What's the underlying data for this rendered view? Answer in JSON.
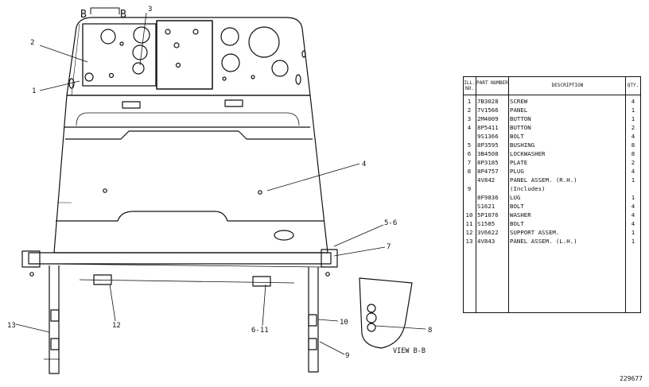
{
  "section_label": {
    "left": "B",
    "right": "B"
  },
  "callouts": {
    "c1": "1",
    "c2": "2",
    "c3": "3",
    "c4": "4",
    "c5_6": "5-6",
    "c7": "7",
    "c8": "8",
    "c9": "9",
    "c10": "10",
    "c6_11": "6-11",
    "c12": "12",
    "c13": "13"
  },
  "view_label": "VIEW B-B",
  "table": {
    "headers": {
      "no": "ILL. NO.",
      "part": "PART NUMBER",
      "desc": "DESCRIPTION",
      "qty": "QTY."
    },
    "rows": [
      {
        "no": "1",
        "part": "7B3028",
        "desc": "SCREW",
        "qty": "4"
      },
      {
        "no": "2",
        "part": "7V1566",
        "desc": "PANEL",
        "qty": "1"
      },
      {
        "no": "3",
        "part": "2M4009",
        "desc": "BUTTON",
        "qty": "1"
      },
      {
        "no": "4",
        "part": "8P5411",
        "desc": "BUTTON",
        "qty": "2"
      },
      {
        "no": "",
        "part": "9S1366",
        "desc": "BOLT",
        "qty": "4"
      },
      {
        "no": "5",
        "part": "8P3595",
        "desc": "BUSHING",
        "qty": "8"
      },
      {
        "no": "6",
        "part": "3B4508",
        "desc": "LOCKWASHER",
        "qty": "8"
      },
      {
        "no": "7",
        "part": "8P3185",
        "desc": "PLATE",
        "qty": "2"
      },
      {
        "no": "8",
        "part": "8P4757",
        "desc": "PLUG",
        "qty": "4"
      },
      {
        "no": "",
        "part": "4V842",
        "desc": "PANEL ASSEM. (R.H.)",
        "qty": "1"
      },
      {
        "no": "9",
        "part": "",
        "desc": "(Includes)",
        "qty": ""
      },
      {
        "no": "",
        "part": "8F9836",
        "desc": "LUG",
        "qty": "1"
      },
      {
        "no": "",
        "part": "S1621",
        "desc": "BOLT",
        "qty": "4"
      },
      {
        "no": "10",
        "part": "5P1076",
        "desc": "WASHER",
        "qty": "4"
      },
      {
        "no": "11",
        "part": "S1585",
        "desc": "BOLT",
        "qty": "4"
      },
      {
        "no": "12",
        "part": "3V6622",
        "desc": "SUPPORT ASSEM.",
        "qty": "1"
      },
      {
        "no": "13",
        "part": "4V843",
        "desc": "PANEL ASSEM. (L.H.)",
        "qty": "1"
      }
    ]
  },
  "drawing_number": "229677"
}
